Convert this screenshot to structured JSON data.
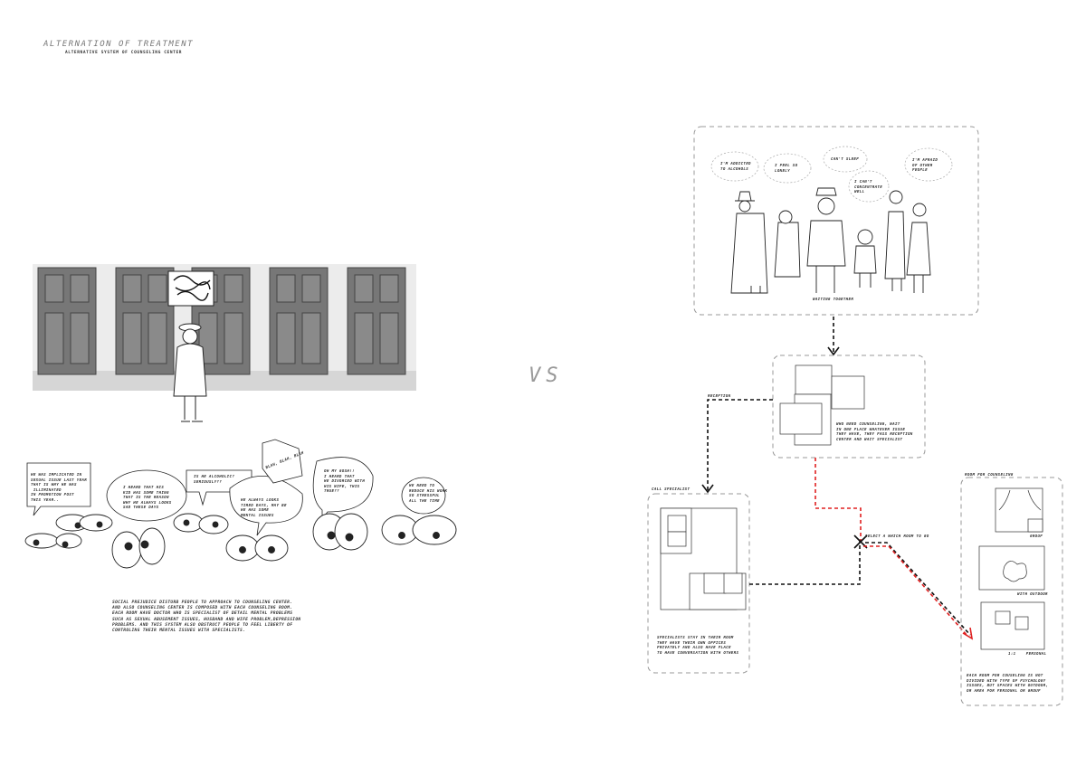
{
  "header": {
    "title": "ALTERNATION OF TREATMENT",
    "subtitle": "ALTERNATIVE SYSTEM OF COUNSELING CENTER"
  },
  "vs": "VS",
  "left": {
    "bubbles": [
      "HE WAS IMPLICATED IN\nSEXUAL ISSUE LAST YEAR\nTHAT IS WHY HE WAS\n ILLIMINATED\nIN PROMOTION POST\nTHIS YEAR..",
      "I HEARD THAT HIS\nKID HAS SOME THING\nTHAT IS THE REASON\nWHY HE ALWAYS LOOKS\nSAD THESE DAYS",
      "IS HE ALCOHOLIC?\nSERIOUSLY??",
      "HE ALWAYS LOOKS\nTIRED DAYS, MAY BE\nHE HAS SOME\nMENTAL ISSUES",
      "BLAH, BLAH, BLAH",
      "OH MY GOSH!!\nI HEARD THAT\nHE DIVORCED WITH\nHIS WIFE, THIS\nTRUE??",
      "HE NEED TO\nREDUCE HIS WORK\nSO STRESSFUL\nALL THE TIME"
    ],
    "caption": "SOCIAL PREJUDICE DISTURB PEOPLE TO APPROACH TO COUNSELING CENTER.\nAND ALSO COUNSELING CENTER IS COMPOSED WITH EACH COUNSELING ROOM.\nEACH ROOM HAVE DOCTOR WHO IS SPECIALIST OF DETAIL MENTAL PROBLEMS\nSUCH AS SEXUAL ABUSEMENT ISSUES, HUSBAND AND WIFE PROBLEM,DEPRESSION\nPROBLEMS. AND THIS SYSTEM ALSO OBSTRUCT PEOPLE TO FEEL LIBERTY OF\nCONTROLING THEIR MENTAL ISSUES WITH SPECIALISTS."
  },
  "right": {
    "waiting": {
      "label": "WAITING TOGETHER",
      "bubbles": [
        "I'M ADDICTED\nTO ALCOHOLS",
        "I FEEL SO\nLONELY",
        "CAN'T SLEEP",
        "I CAN'T\nCONCENTRATE\nWELL",
        "I'M AFRAID\nOF OTHER\nPEOPLE"
      ]
    },
    "reception": {
      "label": "RECEPTION",
      "text": "WHO NEED COUNSELING, WAIT\nIN ONE PLACE WHATEVER ISSUE\nTHEY HAVE, THEY PASS RECEPTION\nCENTER AND WAIT SPECIALIST"
    },
    "call_specialist": {
      "label": "CALL SPECIALIST",
      "text": "SPECIALISTS STAY IN THEIR ROOM\nTHEY HAVE THEIR OWN OFFICES\nPRIVATELY AND ALSO HAVE PLACE\nTO HAVE CONVERSATION WITH OTHERS"
    },
    "select_room": "SELECT A WHICH ROOM TO GO",
    "rooms": {
      "label": "ROOM FOR COUNSELING",
      "room_labels": [
        "GROUP",
        "WITH OUTDOOR",
        "1:1    PERSONAL"
      ],
      "text": "EACH ROOM FOR COUSELING IS NOT\nDIVIDED WITH TYPE OF PSYCHOLOGY\nISSUES, BUT SPACES WITH OUTDOOR,\nOR AREA FOR PERSONAL OR GROUP"
    }
  },
  "colors": {
    "accent_red": "#e02020",
    "dash_gray": "#999999",
    "line_dark": "#222222"
  }
}
